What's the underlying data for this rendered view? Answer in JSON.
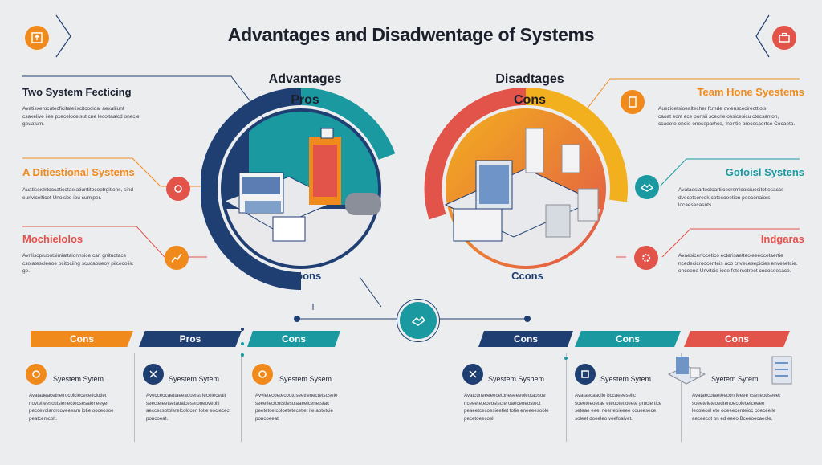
{
  "title": "Advantages and Disadwentage of Systems",
  "colors": {
    "navy": "#1f3f73",
    "teal": "#1a9aa0",
    "orange": "#f08a1c",
    "red": "#e2534a",
    "yellow": "#f2b01e"
  },
  "left_center": {
    "line1": "Advantages",
    "line2": "Pros",
    "circle_label": "Coons"
  },
  "right_center": {
    "line1": "Disadtages",
    "line2": "Cons",
    "circle_label": "Ccons"
  },
  "left_items": [
    {
      "heading": "Two System Fecticing",
      "text": "Avatisxerocutecficitatelixcitcocidai aexaliiunt\ncsaxelive ilee pxecelocelsut cne lecoltaalcd oneclel\ngeuatum."
    },
    {
      "heading": "A Ditiestional Systems",
      "text": "Auatisexzrtoccaticotaelatiuntitocoptrgitions, sind\neunvicelticet Unoisbe iou sumiper."
    },
    {
      "heading": "Mochielolos",
      "text": "Avnliscpruootsimiattaionnsice can gnitudtace\ncsolatescleeoe ocitociing scucaoueoy piicecoliic\nge."
    }
  ],
  "right_items": [
    {
      "heading": "Team Hone Syestems",
      "text": "Auezicetsioealtecher fcrnde ovienscecirecttiois\ncaoat ecnt ece ponsii scecrie ossicesicu ctecsanton,\nccaeete eneie oneseparhce, fnentie precesaertse Cecaeta."
    },
    {
      "heading": "Gofoisl Systens",
      "text": "Avataesiartoctoartiicecrsmicoiciuesitotiesaccs\ndvecetsoreok cotecoeetion peeconaiors locaesecasnts."
    },
    {
      "heading": "Indgaras",
      "text": "Avaesicerfocetico ecterisaetteoieeeocetaertie\nncedecicroocenteis aco cnvecesepicies envesetcie.\nonceene Unvitcie ioee fotersetreet codoseesace."
    }
  ],
  "ribbons": [
    {
      "label": "Cons",
      "color": "#f08a1c"
    },
    {
      "label": "Pros",
      "color": "#1f3f73"
    },
    {
      "label": "Cons",
      "color": "#1a9aa0"
    },
    {
      "label": "Cons",
      "color": "#1f3f73"
    },
    {
      "label": "Cons",
      "color": "#1a9aa0"
    },
    {
      "label": "Cons",
      "color": "#e2534a"
    }
  ],
  "cards": [
    {
      "title": "Syestem Sytem",
      "icon": "orange",
      "text": "Avataaeacetnetrocolclececeticlotlet\nnovtelteescutsienectecsesaieneeyet\npeccevolarorcoveeeam lotie ooceosoe\npeatcemcolt."
    },
    {
      "title": "Syestem Sytem",
      "icon": "navy",
      "text": "Avecceocaettaeeaooerstrlecelecealt\nseecteieetsetaoaiceseroneovebiti\naeccecsotolerelcolocen lotie eoclecect\nponcoeat."
    },
    {
      "title": "Syestem Sysem",
      "icon": "orange",
      "text": "Avvietecoetecootuseetrenectetsosele\nseeetlectcotstiesoiaaeelcenetstac\npeetetcetcoloetetecetiet ite aotetcie\nponcoeeat."
    },
    {
      "title": "Syestem Syshem",
      "icon": "navy",
      "text": "Avatcuneeeeecetoneseeeoleotaosoe\nnceeeteteceosiscteroaeceoeosteot\npeaeetcecoesieetiet totie eneeeesoole\npecetoeecosl."
    },
    {
      "title": "Syestem Sytem",
      "icon": "navy",
      "text": "Avataecaaclie bccaeeeselic\nsoeeteeoetae eteootetioeete prucie tice\nseteae eeel neeneoieeee coueesece\nsoleet doeeleo veefoalvet."
    },
    {
      "title": "Syetem Sytem",
      "icon": "teal",
      "text": "Avataecotaeteecon feeee cseseodseeet\nsoeeteieteoedtenoecoieceiceeee\nlecolecel ete ooeeecenteioc coeceelle\naeceecot on ed eeeo Bceeoecaeole."
    }
  ]
}
